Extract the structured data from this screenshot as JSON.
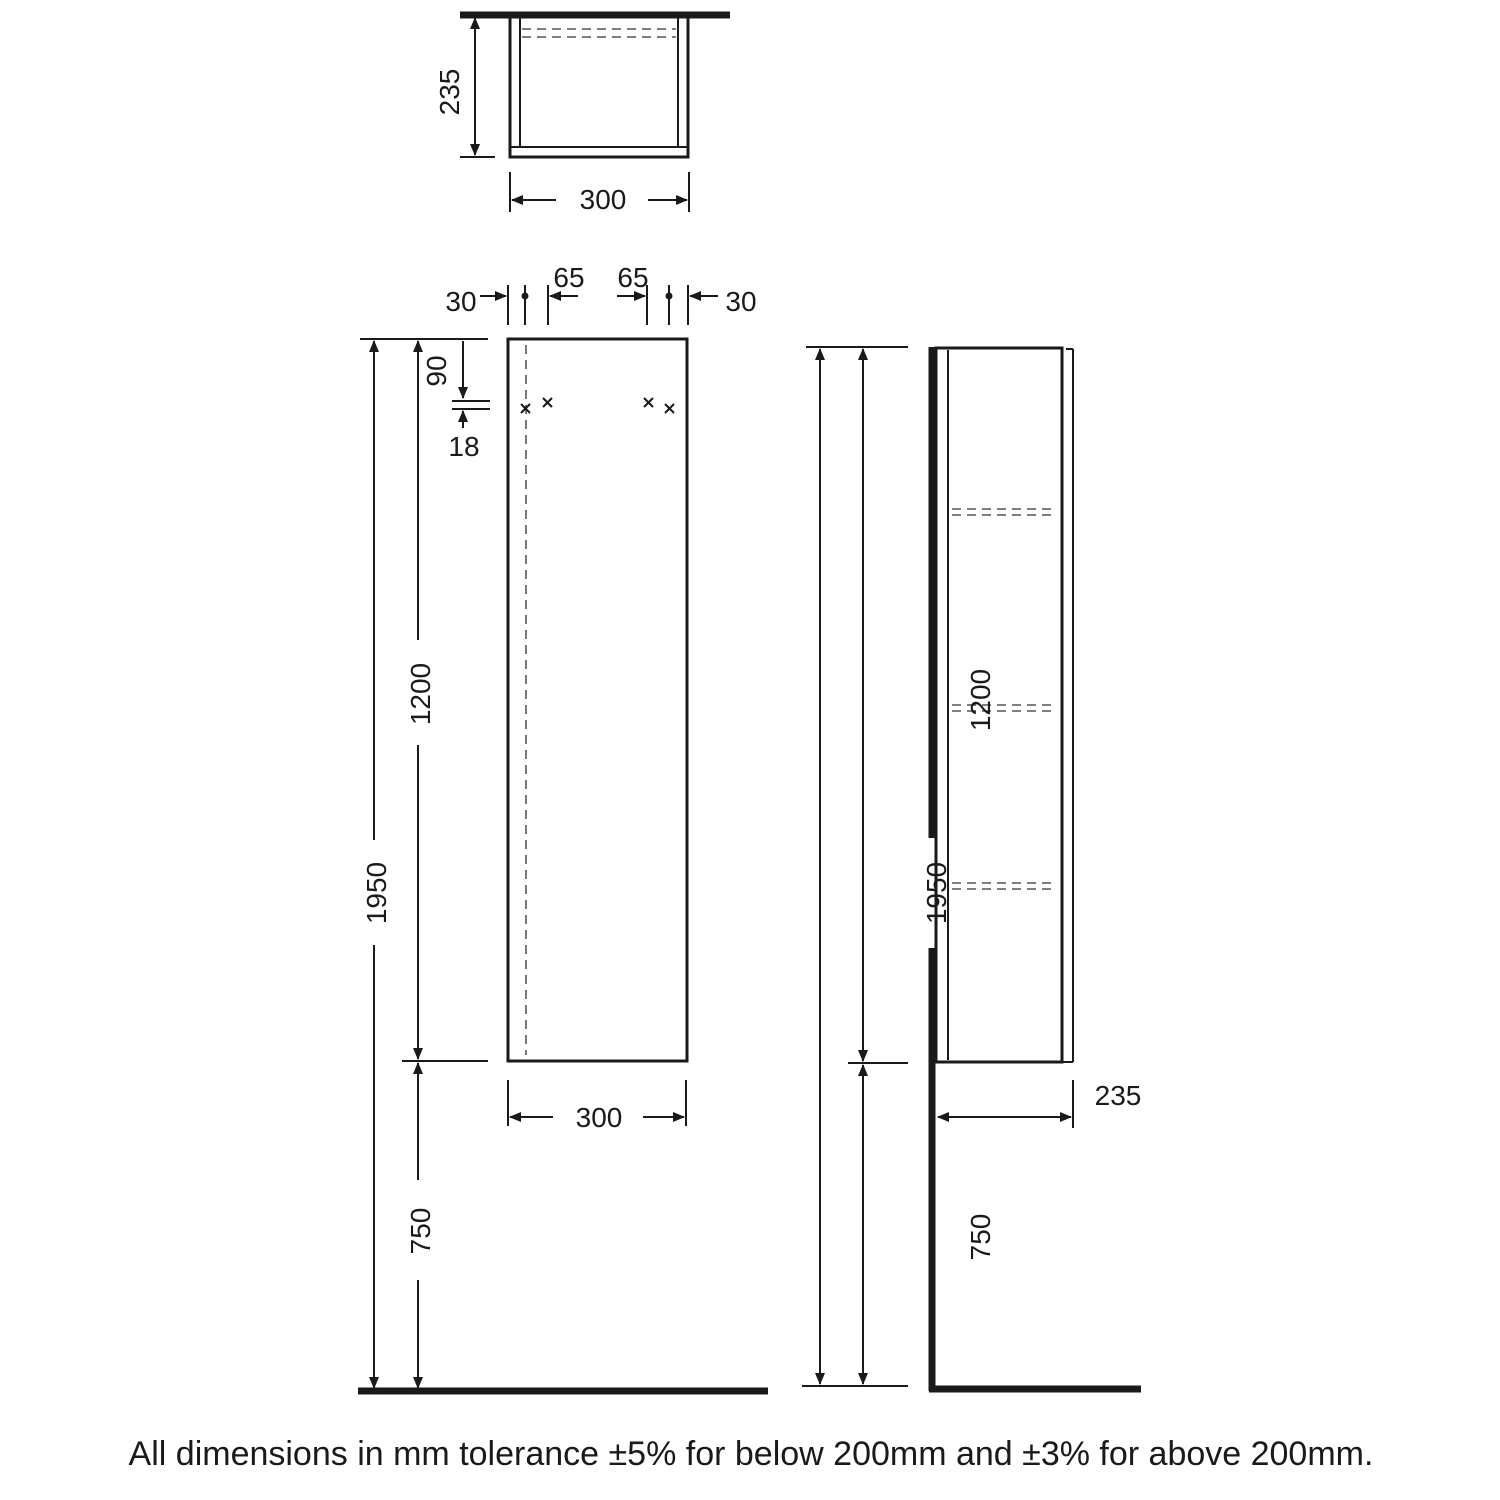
{
  "top_view": {
    "depth_label": "235",
    "width_label": "300"
  },
  "front_view": {
    "left_margin_label": "30",
    "left_offset_label": "65",
    "right_offset_label": "65",
    "right_margin_label": "30",
    "bracket_drop_label": "90",
    "bracket_height_label": "18",
    "overall_height_label": "1950",
    "cabinet_height_label": "1200",
    "floor_clearance_label": "750",
    "width_label": "300"
  },
  "side_view": {
    "overall_height_label": "1950",
    "cabinet_height_label": "1200",
    "floor_clearance_label": "750",
    "depth_label": "235"
  },
  "footer_note": "All dimensions in mm tolerance ±5% for below 200mm and ±3% for above 200mm."
}
